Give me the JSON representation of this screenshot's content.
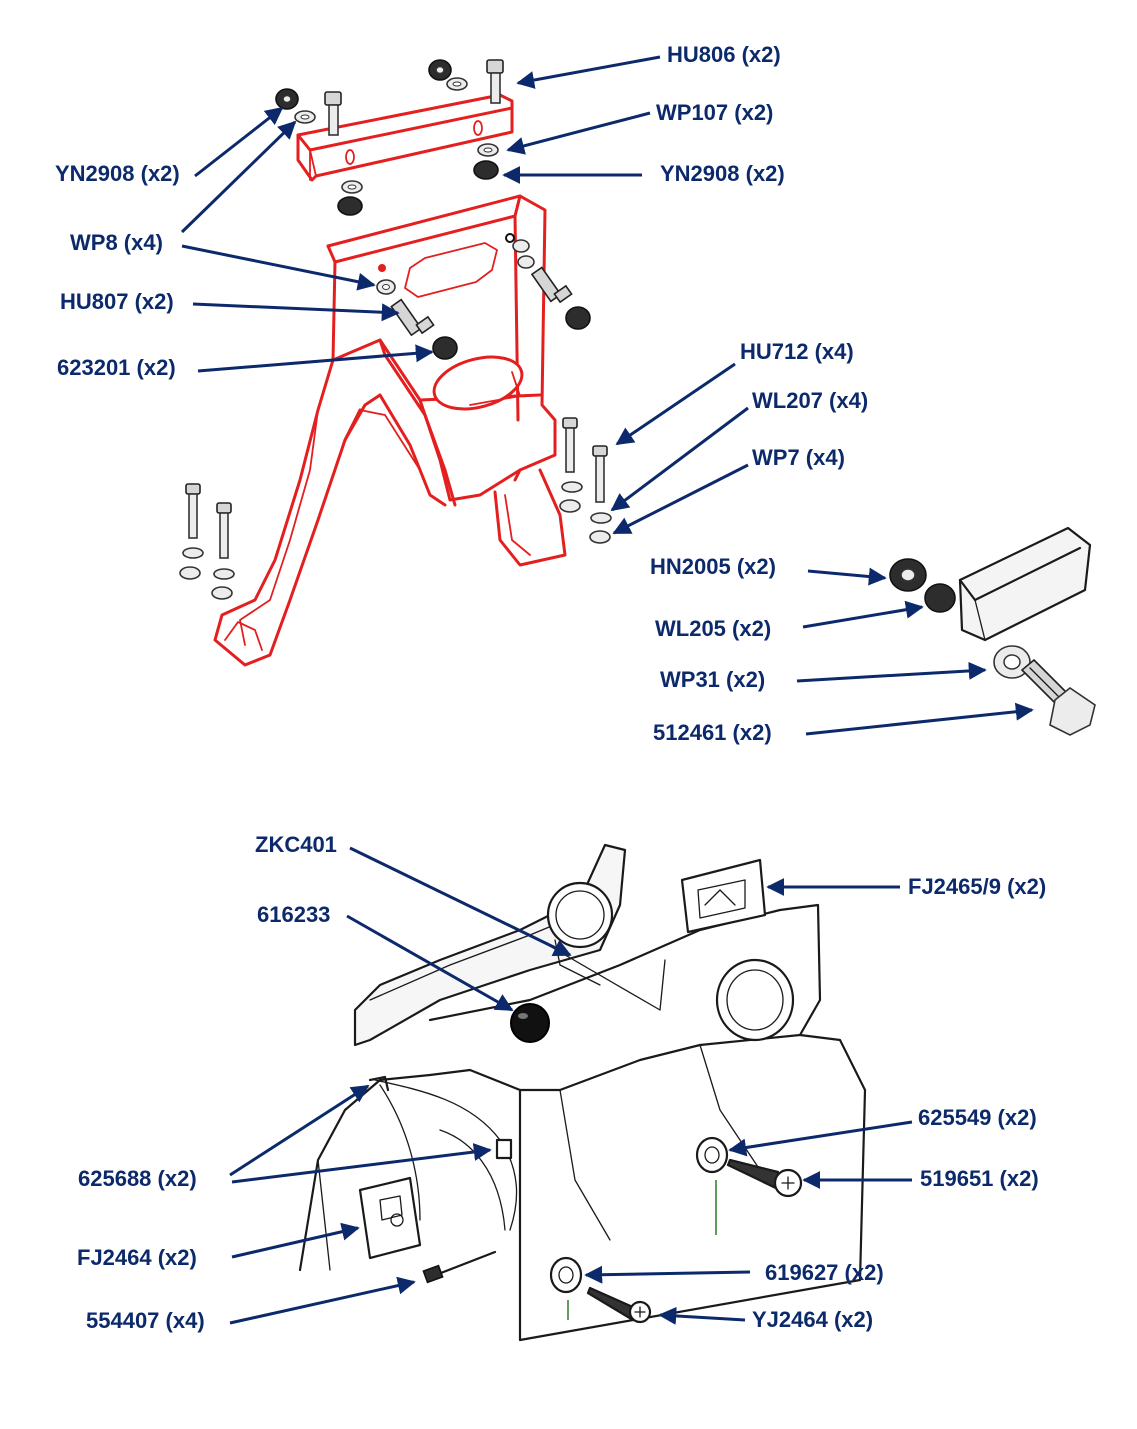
{
  "colors": {
    "label": "#0c2a6b",
    "leader": "#0c2a6b",
    "bracket": "#e41f1f",
    "outline": "#1a1a1a"
  },
  "upper_assembly": {
    "labels": [
      {
        "id": "hu806",
        "text": "HU806 (x2)"
      },
      {
        "id": "wp107",
        "text": "WP107 (x2)"
      },
      {
        "id": "yn2908-right",
        "text": "YN2908 (x2)"
      },
      {
        "id": "yn2908-left",
        "text": "YN2908 (x2)"
      },
      {
        "id": "wp8",
        "text": "WP8 (x4)"
      },
      {
        "id": "hu807",
        "text": "HU807 (x2)"
      },
      {
        "id": "623201",
        "text": "623201 (x2)"
      },
      {
        "id": "hu712",
        "text": "HU712 (x4)"
      },
      {
        "id": "wl207",
        "text": "WL207 (x4)"
      },
      {
        "id": "wp7",
        "text": "WP7 (x4)"
      },
      {
        "id": "hn2005",
        "text": "HN2005 (x2)"
      },
      {
        "id": "wl205",
        "text": "WL205 (x2)"
      },
      {
        "id": "wp31",
        "text": "WP31 (x2)"
      },
      {
        "id": "512461",
        "text": "512461 (x2)"
      }
    ]
  },
  "lower_assembly": {
    "labels": [
      {
        "id": "zkc401",
        "text": "ZKC401"
      },
      {
        "id": "616233",
        "text": "616233"
      },
      {
        "id": "fj2465-9",
        "text": "FJ2465/9 (x2)"
      },
      {
        "id": "625549",
        "text": "625549 (x2)"
      },
      {
        "id": "519651",
        "text": "519651 (x2)"
      },
      {
        "id": "625688",
        "text": "625688 (x2)"
      },
      {
        "id": "fj2464",
        "text": "FJ2464 (x2)"
      },
      {
        "id": "619627",
        "text": "619627 (x2)"
      },
      {
        "id": "yj2464",
        "text": "YJ2464 (x2)"
      },
      {
        "id": "554407",
        "text": "554407 (x4)"
      }
    ]
  }
}
